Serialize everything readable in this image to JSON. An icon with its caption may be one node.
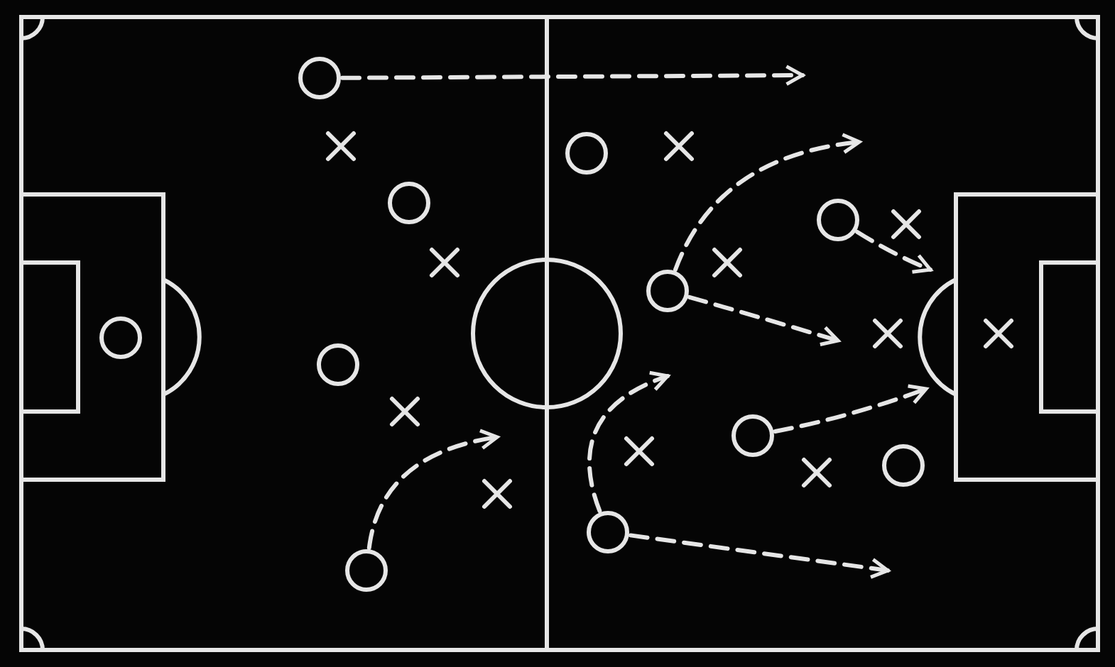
{
  "diagram": {
    "nodes": [
      {
        "text": [],
        "shape": "circle"
      },
      {
        "text": [],
        "shape": "circle"
      },
      {
        "text": [],
        "shape": "circle"
      },
      {
        "text": [],
        "shape": "circle"
      },
      {
        "text": [],
        "shape": "circle"
      },
      {
        "text": [],
        "shape": "circle"
      },
      {
        "text": [],
        "shape": "circle"
      },
      {
        "text": [],
        "shape": "circle"
      },
      {
        "text": [],
        "shape": "circle"
      },
      {
        "text": [],
        "shape": "circle"
      },
      {
        "text": [],
        "shape": "circle"
      }
    ],
    "edges": [
      {
        "from": 0,
        "to": null,
        "arrow": "to",
        "style": "dashed"
      },
      {
        "from": 3,
        "to": null,
        "arrow": "to",
        "style": "dashed"
      },
      {
        "from": 4,
        "to": null,
        "arrow": "to",
        "style": "dashed"
      },
      {
        "from": 4,
        "to": null,
        "arrow": "to",
        "style": "dashed"
      },
      {
        "from": 7,
        "to": null,
        "arrow": "to",
        "style": "dashed"
      },
      {
        "from": 10,
        "to": null,
        "arrow": "to",
        "style": "dashed"
      },
      {
        "from": 9,
        "to": null,
        "arrow": "to",
        "style": "dashed"
      },
      {
        "from": 9,
        "to": null,
        "arrow": "to",
        "style": "dashed"
      }
    ]
  }
}
